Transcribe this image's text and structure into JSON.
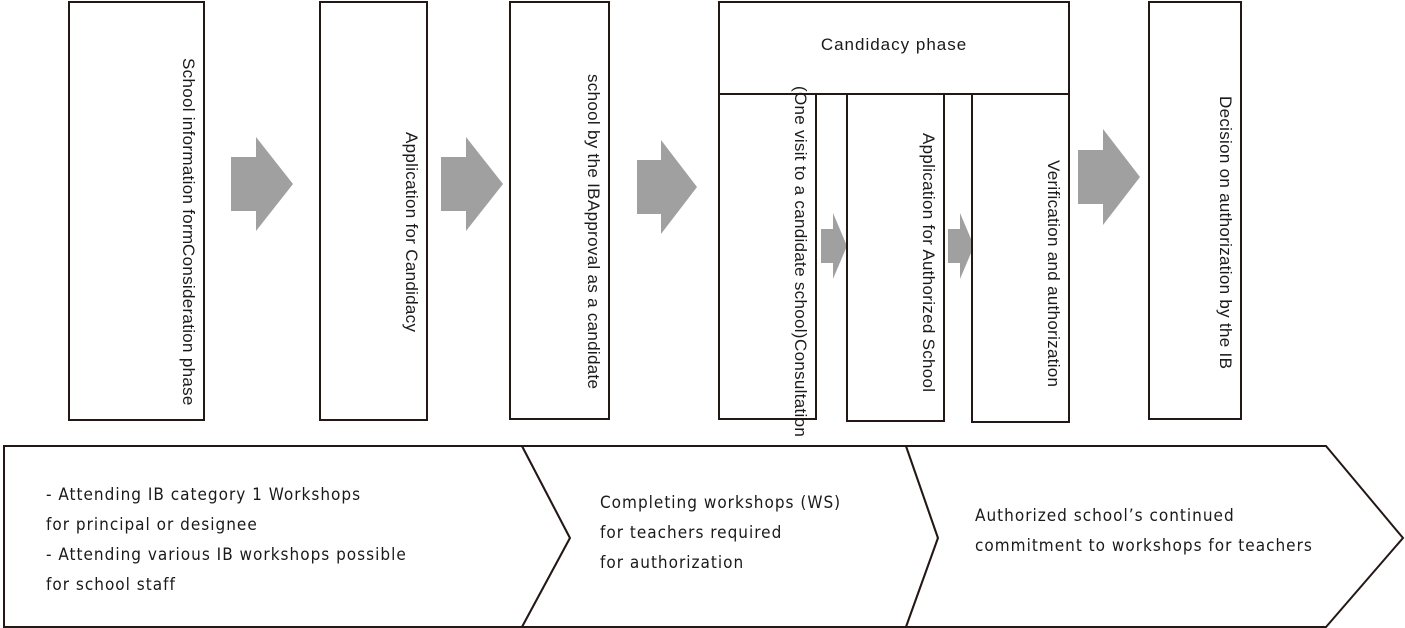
{
  "steps": [
    {
      "lines": [
        "Consideration phase",
        "School information form"
      ]
    },
    {
      "lines": [
        "Application for Candidacy"
      ]
    },
    {
      "lines": [
        "Approval as a candidate",
        "school by the IB"
      ]
    },
    {
      "lines": [
        "Decision on authorization by the IB"
      ]
    }
  ],
  "candidacy": {
    "title": "Candidacy phase",
    "substeps": [
      {
        "lines": [
          "Consultation",
          "(One visit to a candidate school)"
        ]
      },
      {
        "lines": [
          "Application for Authorized School"
        ]
      },
      {
        "lines": [
          "Verification and authorization"
        ]
      }
    ]
  },
  "workshops": [
    {
      "lines": [
        "- Attending IB category 1 Workshops",
        "for principal or designee",
        "- Attending various IB workshops possible",
        "for school staff"
      ]
    },
    {
      "lines": [
        "Completing workshops (WS)",
        "for teachers required",
        "for authorization"
      ]
    },
    {
      "lines": [
        "Authorized school’s continued",
        "commitment to workshops for teachers"
      ]
    }
  ],
  "colors": {
    "border": "#231815",
    "arrow": "#a0a0a0"
  }
}
